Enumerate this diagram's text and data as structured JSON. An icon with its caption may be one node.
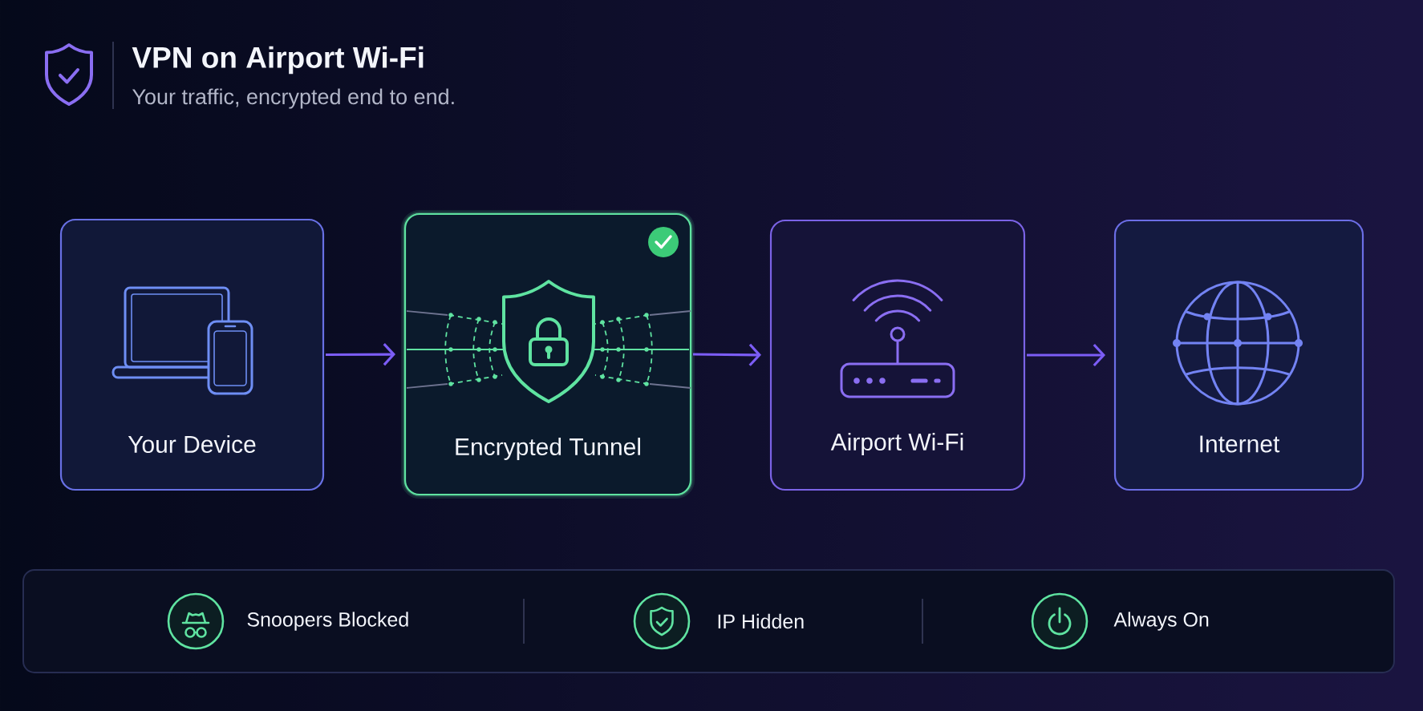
{
  "diagram": {
    "title": "VPN on Airport Wi-Fi",
    "nodes": [
      {
        "text": [
          "Your Device"
        ]
      },
      {
        "text": [
          "Encrypted Tunnel"
        ]
      },
      {
        "text": [
          "Airport Wi-Fi"
        ]
      },
      {
        "text": [
          "Internet"
        ]
      },
      {
        "text": [
          "Snoopers Blocked",
          "IP Hidden",
          "Always On"
        ]
      }
    ],
    "edges": [
      {
        "from": 0,
        "to": 1,
        "arrow": "to"
      },
      {
        "from": 1,
        "to": 2,
        "arrow": "to"
      },
      {
        "from": 2,
        "to": 3,
        "arrow": "to"
      }
    ],
    "labels": [
      "Your traffic, encrypted end to end."
    ]
  }
}
